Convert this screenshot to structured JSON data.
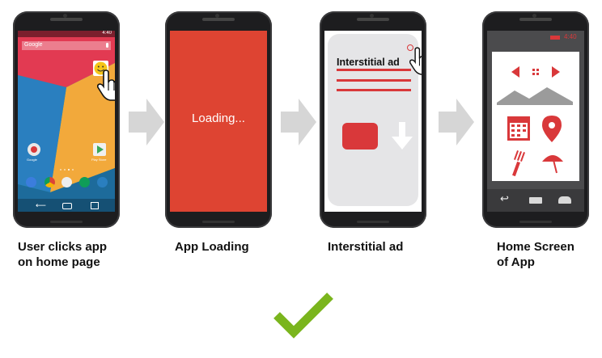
{
  "steps": [
    {
      "caption_line1": "User clicks app",
      "caption_line2": "on home page"
    },
    {
      "caption_line1": "App Loading",
      "caption_line2": ""
    },
    {
      "caption_line1": "Interstitial ad",
      "caption_line2": ""
    },
    {
      "caption_line1": "Home Screen",
      "caption_line2": "of App"
    }
  ],
  "phone1": {
    "search_label": "Google",
    "time": "4:40",
    "icon_labels": [
      "Google",
      "Play Store"
    ]
  },
  "phone2": {
    "loading_text": "Loading..."
  },
  "phone3": {
    "ad_title": "Interstitial ad"
  },
  "phone4": {
    "time": "4:40"
  },
  "colors": {
    "red": "#d9383a",
    "arrow": "#d6d6d6",
    "check": "#7ab51d",
    "phone": "#1d1d1f"
  }
}
